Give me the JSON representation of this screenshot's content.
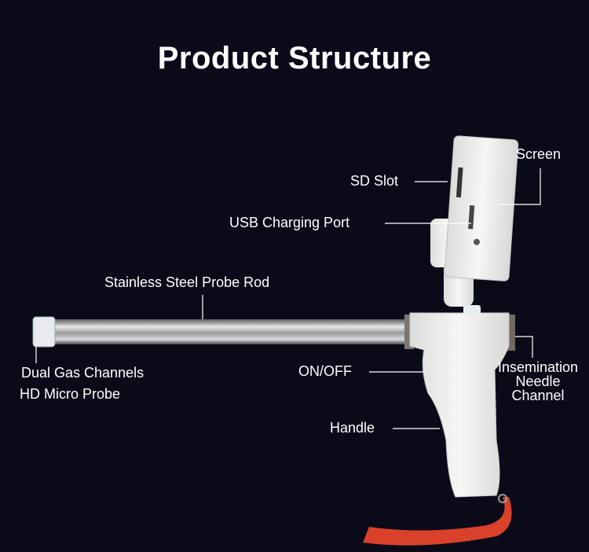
{
  "title": "Product Structure",
  "labels": {
    "screen": "Screen",
    "sd_slot": "SD Slot",
    "usb_port": "USB Charging Port",
    "probe_rod": "Stainless Steel Probe Rod",
    "dual_gas": "Dual Gas Channels",
    "micro_probe": "HD Micro Probe",
    "on_off": "ON/OFF",
    "needle_channel": [
      "Insemination",
      "Needle",
      "Channel"
    ],
    "handle": "Handle"
  },
  "colors": {
    "background": "#0b0a19",
    "text": "#ffffff",
    "lanyard": "#d9412b"
  }
}
